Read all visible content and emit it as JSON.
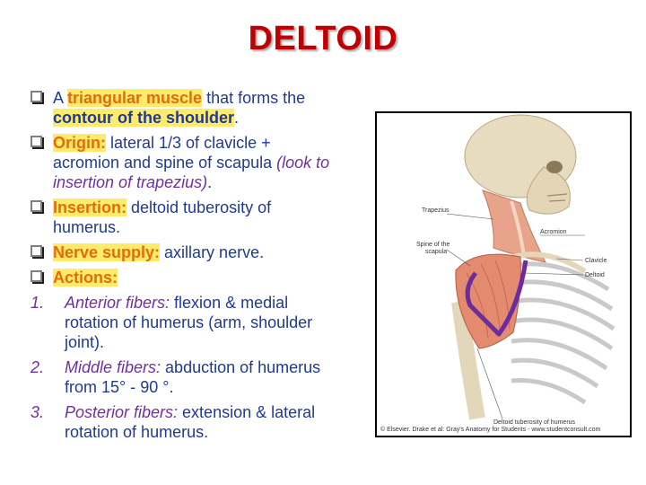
{
  "title": "DELTOID",
  "bullets": [
    {
      "prefix": "A ",
      "hl1": "triangular muscle",
      "mid": " that forms the ",
      "hl2": "contour of the shoulder",
      "suffix": "."
    },
    {
      "label": "Origin:",
      "text": " lateral 1/3 of clavicle + acromion and spine of scapula ",
      "italic": "(look to insertion of trapezius)",
      "suffix": "."
    },
    {
      "label": "Insertion:",
      "text": " deltoid tuberosity of humerus."
    },
    {
      "label": "Nerve supply:",
      "text": " axillary nerve."
    },
    {
      "label": "Actions:"
    }
  ],
  "actions": [
    {
      "number": "1.",
      "fiber": "Anterior fibers:",
      "text": " flexion & medial rotation of humerus (arm, shoulder joint)."
    },
    {
      "number": "2.",
      "fiber": "Middle fibers:",
      "text": " abduction of humerus from 15° - 90 °."
    },
    {
      "number": "3.",
      "fiber": "Posterior fibers:",
      "text": " extension & lateral rotation of humerus."
    }
  ],
  "figure": {
    "labels": {
      "trapezius": "Trapezius",
      "acromion": "Acromion",
      "spine": "Spine of the",
      "spine2": "scapula",
      "clavicle": "Clavicle",
      "deltoid": "Deltoid",
      "tuberosity": "Deltoid tuberosity of humerus"
    },
    "credit": "© Elsevier. Drake et al: Gray's Anatomy for Students - www.studentconsult.com"
  },
  "colors": {
    "title": "#c00000",
    "text": "#1f3a93",
    "highlight": "#ffeb6b",
    "label_orange": "#e46c0a",
    "italic_purple": "#7030a0",
    "deltoid_outline": "#6a2ca0"
  }
}
